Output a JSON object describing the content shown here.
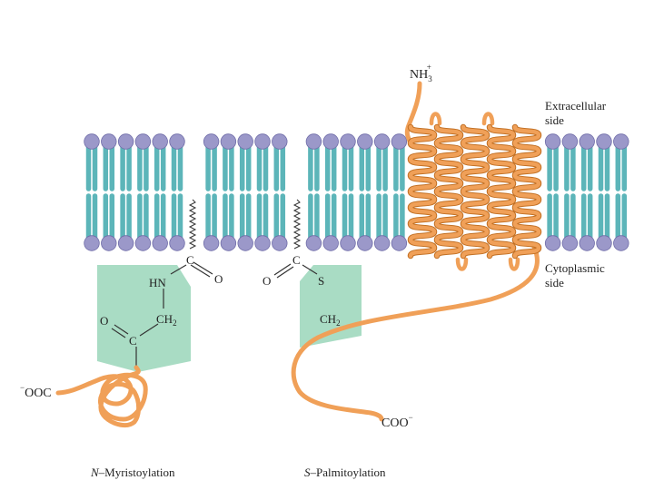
{
  "colors": {
    "head": "#9b98c9",
    "head_stroke": "#6f6ca8",
    "tail": "#5cb5b9",
    "tail_stroke": "#2f8a90",
    "helix": "#f0a058",
    "helix_stroke": "#c27024",
    "lipid_anchor": "#a9dcc4",
    "text": "#222222"
  },
  "labels": {
    "nh3": "NH",
    "nh3_sub": "3",
    "nh3_sup": "+",
    "extracellular_1": "Extracellular",
    "extracellular_2": "side",
    "cytoplasmic_1": "Cytoplasmic",
    "cytoplasmic_2": "side",
    "coo_minus": "COO",
    "coo_minus_sup": "−",
    "ooc_minus": "OOC",
    "ooc_minus_sup": "−",
    "left_c_top": "C",
    "left_o": "O",
    "left_hn": "HN",
    "left_ch2": "CH",
    "left_ch2_sub": "2",
    "left_o2": "O",
    "left_c_bottom": "C",
    "right_c": "C",
    "right_o": "O",
    "right_s": "S",
    "right_ch2": "CH",
    "right_ch2_sub": "2",
    "caption_left_italic": "N",
    "caption_left_rest": "–Myristoylation",
    "caption_right_italic": "S",
    "caption_right_rest": "–Palmitoylation"
  }
}
